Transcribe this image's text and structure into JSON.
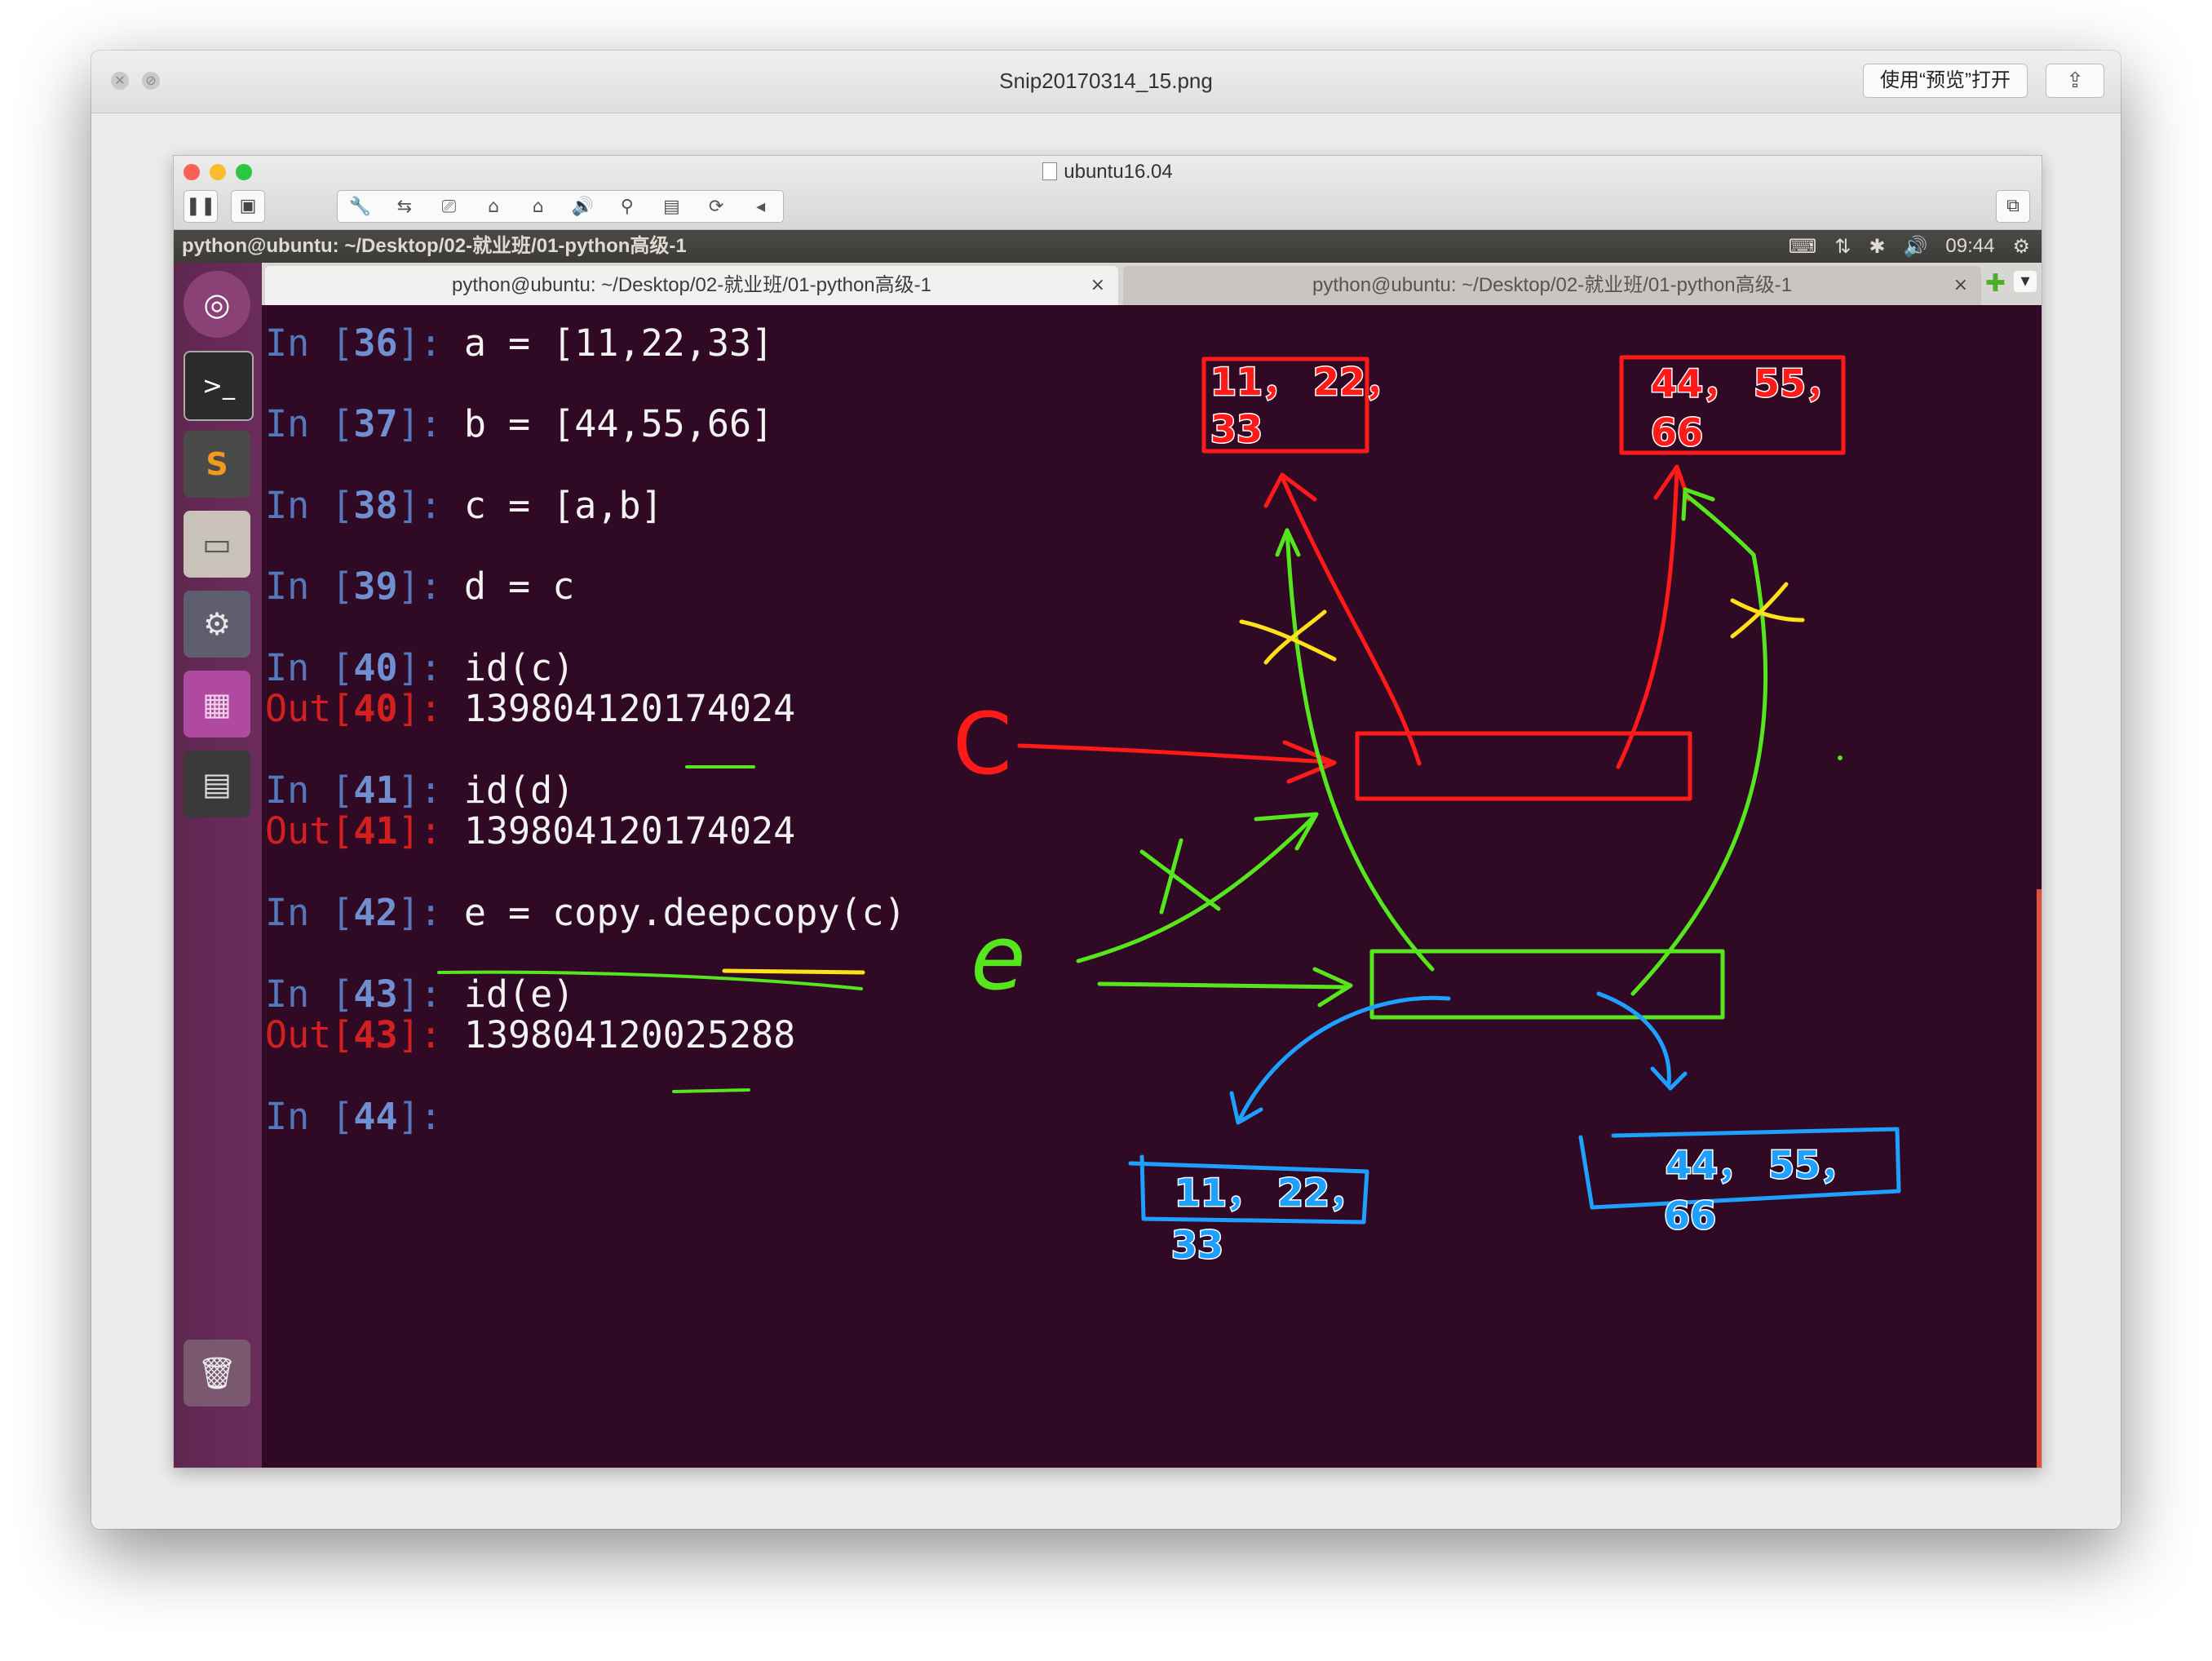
{
  "preview_window": {
    "title": "Snip20170314_15.png",
    "open_with_preview": "使用“预览”打开",
    "close_glyph": "✕",
    "minimize_glyph": "⊘",
    "share_glyph": "⇪"
  },
  "vm_window": {
    "title": "ubuntu16.04",
    "toolbar": {
      "pause_glyph": "❚❚",
      "snapshot_glyph": "▣",
      "tools": [
        "🔧",
        "⇆",
        "⎚",
        "⌂",
        "⌂",
        "🔊",
        "⚲",
        "▤",
        "⟳",
        "◂"
      ],
      "fullscreen_glyph": "⧉"
    }
  },
  "ubuntu": {
    "panel_title": "python@ubuntu: ~/Desktop/02-就业班/01-python高级-1",
    "indicators": {
      "keyboard": "⌨",
      "network": "⇅",
      "bluetooth": "✱",
      "volume": "🔊",
      "time": "09:44",
      "settings": "⚙"
    },
    "launcher": [
      {
        "name": "ubuntu-dash",
        "glyph": "◎"
      },
      {
        "name": "terminal",
        "glyph": ">_"
      },
      {
        "name": "sublime-text",
        "glyph": "S"
      },
      {
        "name": "file-manager",
        "glyph": "▭"
      },
      {
        "name": "system-settings",
        "glyph": "⚙"
      },
      {
        "name": "workspace-switcher",
        "glyph": "▦"
      },
      {
        "name": "save-disk",
        "glyph": "▤"
      },
      {
        "name": "trash",
        "glyph": "🗑"
      }
    ],
    "tabs": [
      {
        "label": "python@ubuntu: ~/Desktop/02-就业班/01-python高级-1",
        "close": "×"
      },
      {
        "label": "python@ubuntu: ~/Desktop/02-就业班/01-python高级-1",
        "close": "×"
      }
    ],
    "new_tab_glyph": "✚",
    "menu_glyph": "▾"
  },
  "terminal": {
    "lines": [
      {
        "kind": "in",
        "n": "36",
        "code": "a = [11,22,33]"
      },
      {
        "kind": "in",
        "n": "37",
        "code": "b = [44,55,66]"
      },
      {
        "kind": "in",
        "n": "38",
        "code": "c = [a,b]"
      },
      {
        "kind": "in",
        "n": "39",
        "code": "d = c"
      },
      {
        "kind": "in",
        "n": "40",
        "code": "id(c)"
      },
      {
        "kind": "out",
        "n": "40",
        "code": "139804120174024"
      },
      {
        "kind": "in",
        "n": "41",
        "code": "id(d)"
      },
      {
        "kind": "out",
        "n": "41",
        "code": "139804120174024"
      },
      {
        "kind": "in",
        "n": "42",
        "code": "e = copy.deepcopy(c)"
      },
      {
        "kind": "in",
        "n": "43",
        "code": "id(e)"
      },
      {
        "kind": "out",
        "n": "43",
        "code": "139804120025288"
      },
      {
        "kind": "in",
        "n": "44",
        "code": ""
      }
    ]
  },
  "annotations": {
    "red_box_a": {
      "line1": "11， 22，",
      "line2": "33"
    },
    "red_box_b": {
      "line1": "44， 55，",
      "line2": "66"
    },
    "blue_box_a": {
      "line1": "11， 22，",
      "line2": "33"
    },
    "blue_box_b": {
      "line1": "44， 55，",
      "line2": "66"
    },
    "label_c": "C",
    "label_e": "e",
    "colors": {
      "red": "#ff1a1a",
      "green": "#55e61e",
      "blue": "#1ea0ff",
      "yellow": "#ffe01a"
    }
  }
}
